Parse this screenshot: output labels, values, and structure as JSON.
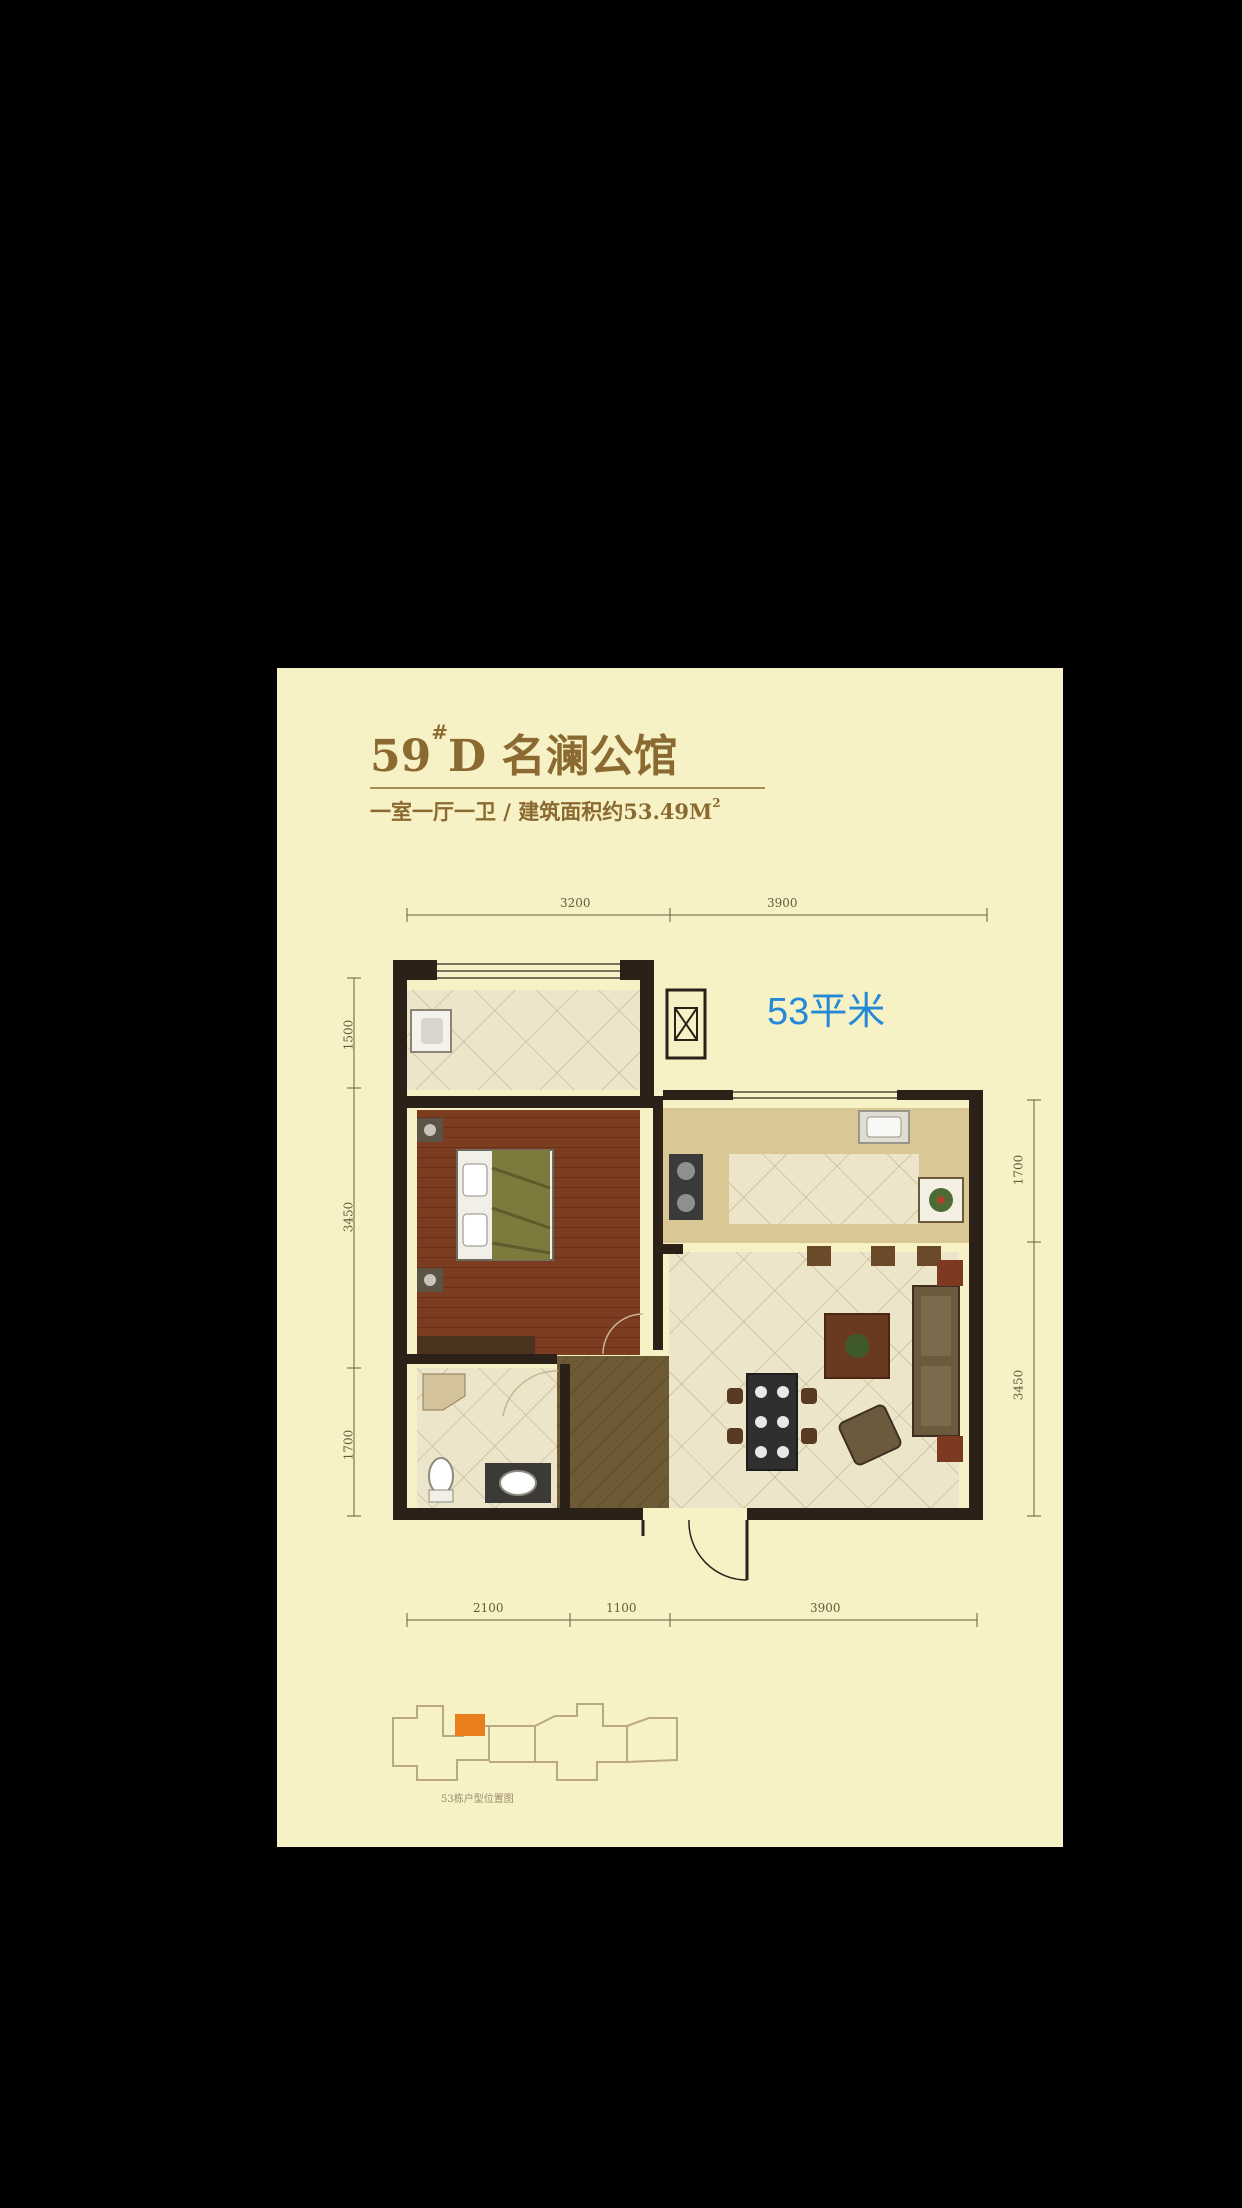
{
  "title": {
    "number": "59",
    "mark": "#",
    "letter": "D",
    "name": "名澜公馆"
  },
  "subtitle": {
    "text": "一室一厅一卫 / 建筑面积约53.49M",
    "sup": "2"
  },
  "area_badge": "53平米",
  "dimensions": {
    "top": [
      "3200",
      "3900"
    ],
    "bottom": [
      "2100",
      "1100",
      "3900"
    ],
    "left": [
      "1500",
      "3450",
      "1700"
    ],
    "right": [
      "1700",
      "3450"
    ]
  },
  "keyplan_caption": "53栋户型位置图",
  "colors": {
    "card_background": "#f7f1c6",
    "title_text": "#8a6a30",
    "area_badge_text": "#2489d6",
    "wall": "#2b2118",
    "bedroom_floor": "#7b3c20",
    "tile_floor": "#ece5c9",
    "highlight_unit": "#e87f1c"
  },
  "icons": [
    "bed-icon",
    "toilet-icon",
    "washbasin-icon",
    "stove-icon",
    "sink-icon",
    "dining-table-icon",
    "sofa-icon",
    "armchair-icon",
    "plant-icon",
    "door-swing-icon",
    "shaft-icon"
  ]
}
